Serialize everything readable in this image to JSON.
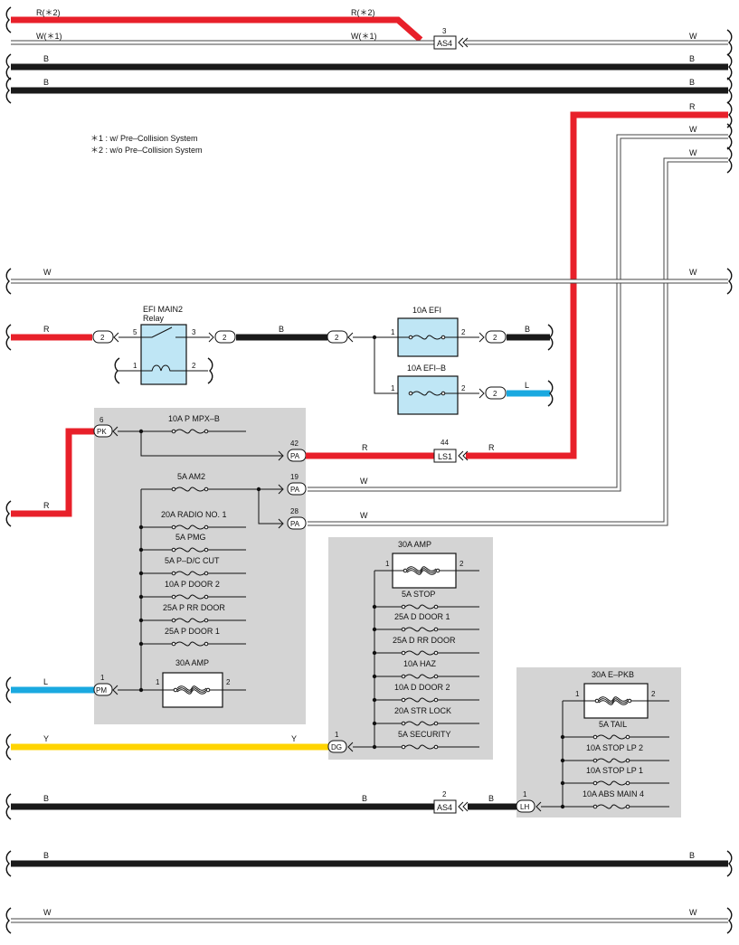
{
  "notes": [
    "＊1 : w/ Pre–Collision System",
    "＊2 : w/o Pre–Collision System"
  ],
  "wires": {
    "r2": "R(＊2)",
    "w1": "W(＊1)",
    "R": "R",
    "W": "W",
    "B": "B",
    "L": "L",
    "Y": "Y"
  },
  "connectors": {
    "as4": "AS4",
    "as4_pin_top": "3",
    "as4_pin_bot": "2",
    "ls1": "LS1",
    "ls1_pin": "44",
    "pk": "PK",
    "pk_pin": "6",
    "pa": "PA",
    "pa_pin_42": "42",
    "pa_pin_19": "19",
    "pa_pin_28": "28",
    "pm": "PM",
    "pm_pin": "1",
    "dg": "DG",
    "dg_pin": "1",
    "lh": "LH",
    "lh_pin": "1",
    "j2": "2"
  },
  "relay": {
    "name": "EFI MAIN2",
    "sub": "Relay",
    "p5": "5",
    "p3": "3",
    "p1": "1",
    "p2": "2"
  },
  "fuse_boxes": {
    "efi": "10A EFI",
    "efi_b": "10A EFI–B",
    "p1": "1",
    "p2": "2"
  },
  "panel_left": {
    "fuses": [
      "10A P MPX–B",
      "5A AM2",
      "20A RADIO NO. 1",
      "5A PMG",
      "5A P–D/C CUT",
      "10A P DOOR 2",
      "25A P RR DOOR",
      "25A P DOOR 1"
    ],
    "amp": "30A AMP",
    "p1": "1",
    "p2": "2"
  },
  "panel_mid": {
    "amp": "30A AMP",
    "fuses": [
      "5A STOP",
      "25A D DOOR 1",
      "25A D RR DOOR",
      "10A HAZ",
      "10A D DOOR 2",
      "20A STR LOCK",
      "5A SECURITY"
    ],
    "p1": "1",
    "p2": "2"
  },
  "panel_right": {
    "amp": "30A E–PKB",
    "fuses": [
      "5A TAIL",
      "10A STOP LP 2",
      "10A STOP LP 1",
      "10A ABS MAIN 4"
    ],
    "p1": "1",
    "p2": "2"
  },
  "colors": {
    "red": "#e8202a",
    "black": "#1a1a1a",
    "blue": "#1aa9e0",
    "yellow": "#ffd400",
    "panel": "#d4d4d4",
    "relay": "#bfe6f5"
  }
}
